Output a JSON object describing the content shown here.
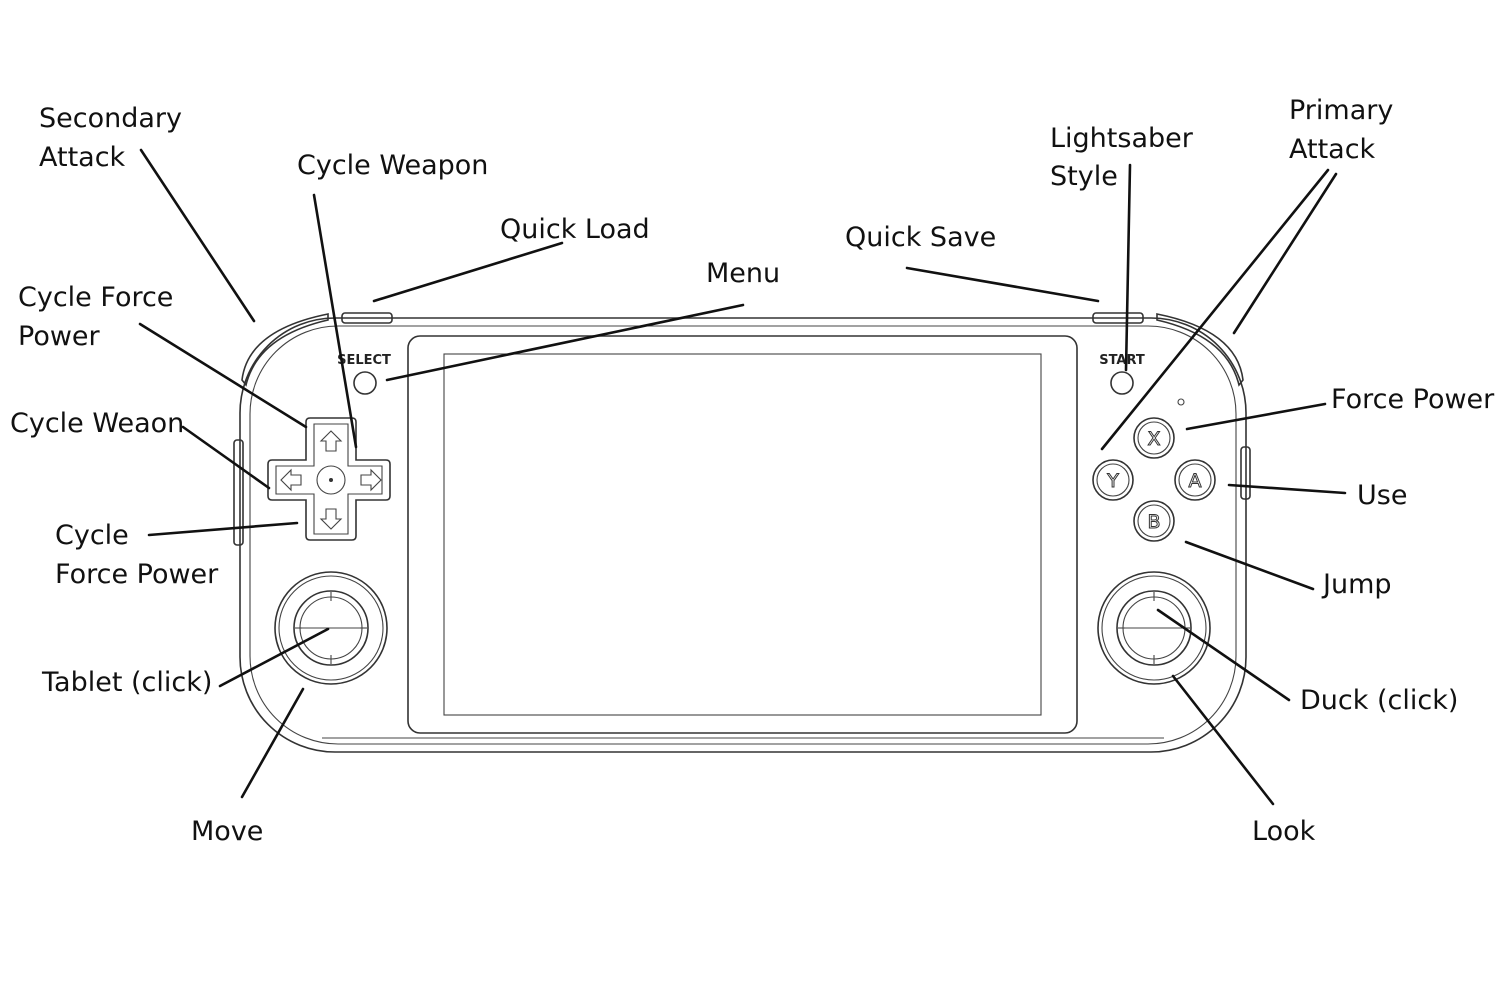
{
  "device": {
    "select_label": "SELECT",
    "start_label": "START",
    "face_buttons": {
      "x": "X",
      "y": "Y",
      "a": "A",
      "b": "B"
    }
  },
  "labels": {
    "secondary_attack": [
      "Secondary",
      "Attack"
    ],
    "cycle_weapon_top": "Cycle Weapon",
    "quick_load": "Quick Load",
    "menu": "Menu",
    "quick_save": "Quick Save",
    "lightsaber_style": [
      "Lightsaber",
      "Style"
    ],
    "primary_attack": [
      "Primary",
      "Attack"
    ],
    "cycle_force_power_top": [
      "Cycle Force",
      "Power"
    ],
    "cycle_weapon_left": "Cycle Weaon",
    "cycle_force_power_bottom": [
      "Cycle",
      "Force Power"
    ],
    "force_power": "Force Power",
    "use": "Use",
    "jump": "Jump",
    "tablet_click": "Tablet (click)",
    "duck_click": "Duck (click)",
    "move": "Move",
    "look": "Look"
  },
  "colors": {
    "line": "#111111",
    "outline": "#333333",
    "background": "#ffffff"
  }
}
